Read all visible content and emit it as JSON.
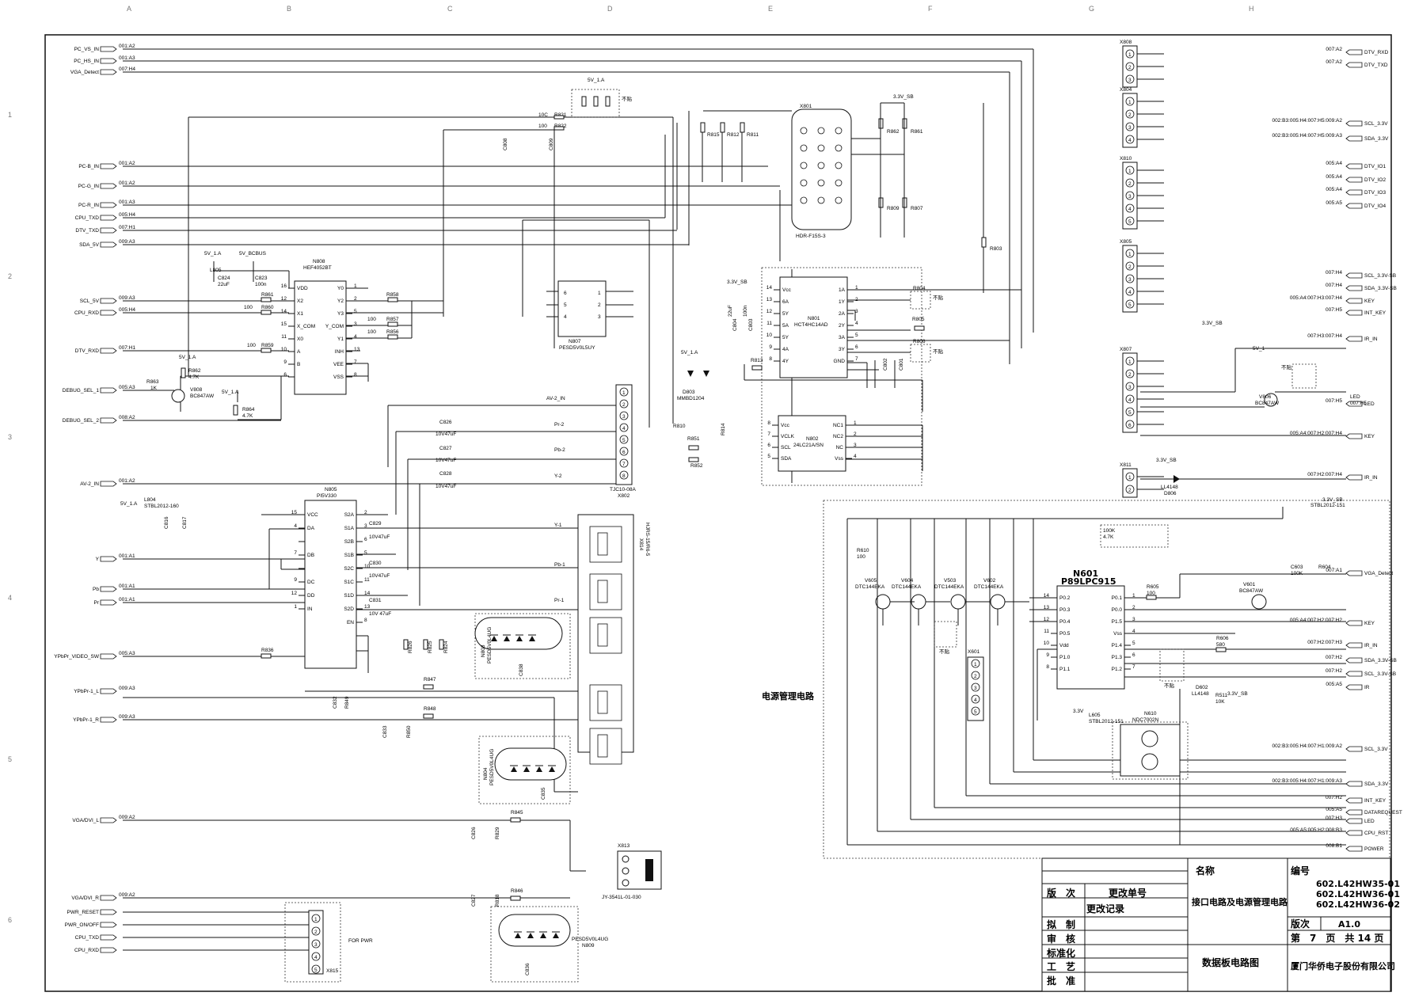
{
  "grid": {
    "columns": [
      "A",
      "B",
      "C",
      "D",
      "E",
      "F",
      "G",
      "H"
    ],
    "rows": [
      "1",
      "2",
      "3",
      "4",
      "5",
      "6"
    ]
  },
  "left_signals": [
    {
      "name": "PC_VS_IN",
      "ref": "001:A2"
    },
    {
      "name": "PC_HS_IN",
      "ref": "001:A3"
    },
    {
      "name": "VGA_Detect",
      "ref": "007:H4"
    },
    {
      "name": "PC-B_IN",
      "ref": "001:A2"
    },
    {
      "name": "PC-G_IN",
      "ref": "001:A2"
    },
    {
      "name": "PC-R_IN",
      "ref": "001:A3"
    },
    {
      "name": "CPU_TXD",
      "ref": "005:H4"
    },
    {
      "name": "DTV_TXD",
      "ref": "007:H1"
    },
    {
      "name": "SDA_5V",
      "ref": "009:A3"
    },
    {
      "name": "SCL_5V",
      "ref": "009:A3"
    },
    {
      "name": "CPU_RXD",
      "ref": "005:H4"
    },
    {
      "name": "DTV_RXD",
      "ref": "007:H1"
    },
    {
      "name": "DEBUG_SEL_1",
      "ref": "005:A3"
    },
    {
      "name": "DEBUG_SEL_2",
      "ref": "008:A2"
    },
    {
      "name": "AV-2_IN",
      "ref": "001:A2"
    },
    {
      "name": "Y",
      "ref": "001:A1"
    },
    {
      "name": "Pb",
      "ref": "001:A1"
    },
    {
      "name": "Pr",
      "ref": "001:A1"
    },
    {
      "name": "YPbPr_VIDEO_SW",
      "ref": "005:A3"
    },
    {
      "name": "YPbPr-1_L",
      "ref": "009:A3"
    },
    {
      "name": "YPbPr-1_R",
      "ref": "009:A3"
    },
    {
      "name": "VGA/DVI_L",
      "ref": "009:A2"
    },
    {
      "name": "VGA/DVI_R",
      "ref": "009:A2"
    },
    {
      "name": "PWR_RESET",
      "ref": ""
    },
    {
      "name": "PWR_ON/OFF",
      "ref": ""
    },
    {
      "name": "CPU_TXD",
      "ref": ""
    },
    {
      "name": "CPU_RXD",
      "ref": ""
    }
  ],
  "right_signals": [
    {
      "name": "DTV_RXD",
      "ref": "007:A2"
    },
    {
      "name": "DTV_TXD",
      "ref": "007:A2"
    },
    {
      "name": "SCL_3.3V",
      "ref": "002:B3:005:H4:007:H5:009:A2"
    },
    {
      "name": "SDA_3.3V",
      "ref": "002:B3:005:H4:007:H5:009:A3"
    },
    {
      "name": "DTV_IO1",
      "ref": "005:A4"
    },
    {
      "name": "DTV_IO2",
      "ref": "005:A4"
    },
    {
      "name": "DTV_IO3",
      "ref": "005:A4"
    },
    {
      "name": "DTV_IO4",
      "ref": "005:A5"
    },
    {
      "name": "SCL_3.3V-SB",
      "ref": "007:H4"
    },
    {
      "name": "SDA_3.3V-SB",
      "ref": "007:H4"
    },
    {
      "name": "KEY",
      "ref": "005:A4:007:H3:007:H4"
    },
    {
      "name": "INT_KEY",
      "ref": "007:H5"
    },
    {
      "name": "IR_IN",
      "ref": "007:H3:007:H4"
    },
    {
      "name": "LED",
      "ref": "007:H5"
    },
    {
      "name": "KEY",
      "ref": "005:A4:007:H2:007:H4"
    },
    {
      "name": "IR_IN",
      "ref": "007:H2:007:H4"
    },
    {
      "name": "VGA_Detect",
      "ref": "007:A1"
    },
    {
      "name": "KEY",
      "ref": "005:A4:007:H2:007:H2"
    },
    {
      "name": "IR_IN",
      "ref": "007:H2:007:H3"
    },
    {
      "name": "SDA_3.3V-SB",
      "ref": "007:H2"
    },
    {
      "name": "SCL_3.3V-SB",
      "ref": "007:H2"
    },
    {
      "name": "IR",
      "ref": "005:A5"
    },
    {
      "name": "SCL_3.3V",
      "ref": "002:B3:005:H4:007:H1:009:A2"
    },
    {
      "name": "SDA_3.3V",
      "ref": "002:B3:005:H4:007:H1:009:A3"
    },
    {
      "name": "INT_KEY",
      "ref": "007:H2"
    },
    {
      "name": "DATAREQUEST",
      "ref": "005:A5"
    },
    {
      "name": "LED",
      "ref": "007:H3"
    },
    {
      "name": "CPU_RST",
      "ref": "005:A5:005:H2:008:B3"
    },
    {
      "name": "POWER",
      "ref": "008:B1"
    }
  ],
  "chips": {
    "N808": {
      "ref": "N808",
      "part": "HEF4052BT"
    },
    "N801": {
      "ref": "N801",
      "part": "HCT4HC14AD"
    },
    "N802": {
      "ref": "N802",
      "part": "24LC21A/SN"
    },
    "N805": {
      "ref": "N805",
      "part": "PI5V330"
    },
    "N601": {
      "ref": "N601",
      "part": "P89LPC915"
    },
    "N807": {
      "ref": "N807",
      "part": "PESD5V0L5UY"
    },
    "N803": {
      "ref": "N803",
      "part": "PESD5V0L4UG"
    },
    "N804": {
      "ref": "N804",
      "part": "PESD5V0L4UG"
    },
    "N809": {
      "ref": "N809",
      "part": "PESD5V0L4UG"
    },
    "N610": {
      "ref": "N610",
      "part": "NDC7002N"
    }
  },
  "connectors": {
    "X801": {
      "ref": "X801",
      "part": "HDR-F15S-3"
    },
    "X802": {
      "ref": "X802",
      "part": "TJC10-08A"
    },
    "X814": {
      "ref": "X814",
      "part": "HJRS-15/R6-5"
    },
    "X813": {
      "ref": "X813",
      "part": "JY-3541L-01-030"
    },
    "X815": {
      "ref": "X815",
      "label": "FOR PWR"
    },
    "X808": "X808",
    "X804": "X804",
    "X810": "X810",
    "X805": "X805",
    "X807": "X807",
    "X811": "X811",
    "X601": "X601"
  },
  "labels": {
    "power_mgmt": "电源管理电路",
    "not_fitted": "不贴",
    "power_5v": "5V_1.A",
    "power_3v3": "3.3V_SB",
    "power_3v3b": "3.3V"
  },
  "title_block": {
    "name_label": "名称",
    "name_value": "接口电路及电源管理电路",
    "number_label": "编号",
    "number_values": [
      "602.L42HW35-01",
      "602.L42HW36-01",
      "602.L42HW36-02"
    ],
    "version_label": "版　次",
    "change_no_label": "更改单号",
    "change_record_label": "更改记录",
    "draw_label": "拟　制",
    "review_label": "审　核",
    "standard_label": "标准化",
    "process_label": "工　艺",
    "approve_label": "批　准",
    "revision_label": "版次",
    "revision_value": "A1.0",
    "page_text": "第　7　页　共 14 页",
    "board_name": "数据板电路图",
    "company": "厦门华侨电子股份有限公司"
  }
}
